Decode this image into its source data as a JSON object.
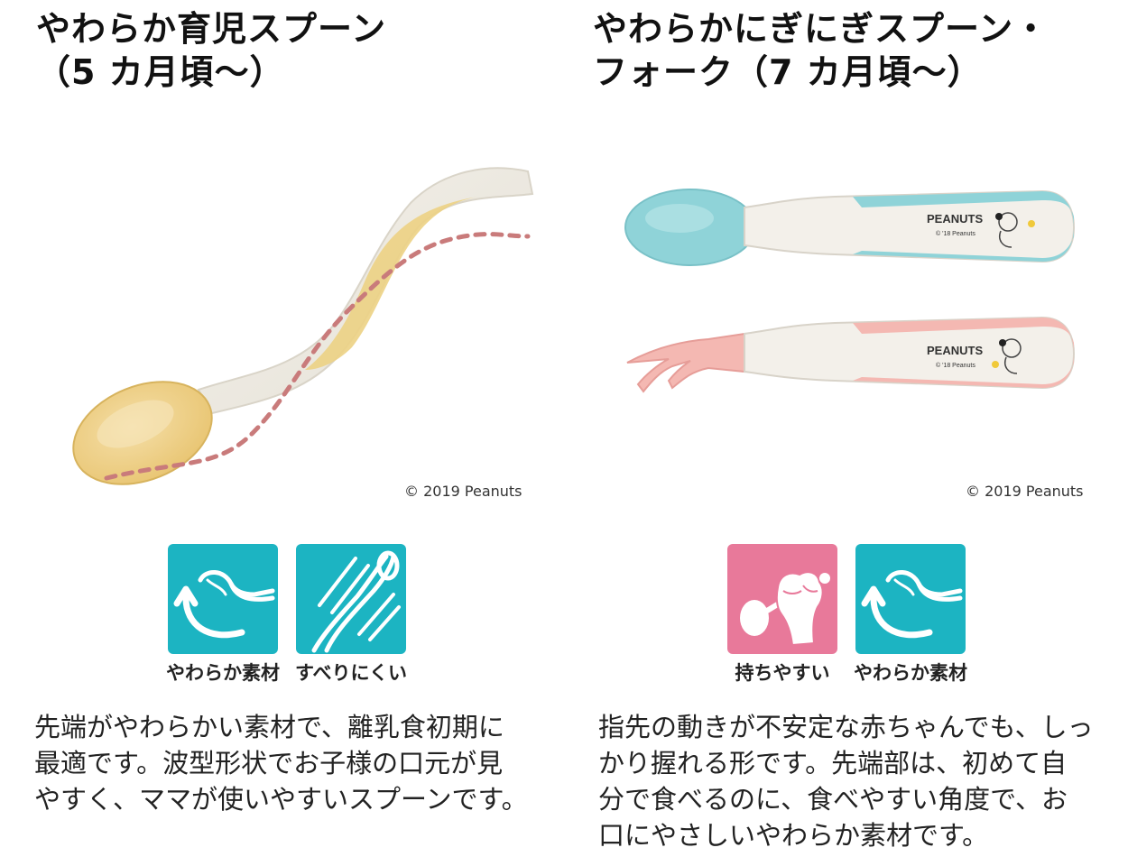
{
  "left": {
    "title_line1": "やわらか育児スプーン",
    "title_line2": "（5 カ月頃〜）",
    "copyright": "© 2019 Peanuts",
    "icons": [
      {
        "label": "やわらか素材",
        "icon": "soft-material-icon",
        "color": "#1cb4c2"
      },
      {
        "label": "すべりにくい",
        "icon": "non-slip-icon",
        "color": "#1cb4c2"
      }
    ],
    "description": "先端がやわらかい素材で、離乳食初期に\n最適です。波型形状でお子様の口元が見\nやすく、ママが使いやすいスプーンです。"
  },
  "right": {
    "title_line1": "やわらかにぎにぎスプーン・",
    "title_line2": "フォーク（7 カ月頃〜）",
    "copyright": "© 2019 Peanuts",
    "spoon_brand": "PEANUTS",
    "spoon_brand_sub": "© '18 Peanuts",
    "fork_brand": "PEANUTS",
    "fork_brand_sub": "© '18 Peanuts",
    "icons": [
      {
        "label": "持ちやすい",
        "icon": "easy-grip-icon",
        "color": "#e8799a"
      },
      {
        "label": "やわらか素材",
        "icon": "soft-material-icon",
        "color": "#1cb4c2"
      }
    ],
    "description": "指先の動きが不安定な赤ちゃんでも、しっ\nかり握れる形です。先端部は、初めて自\n分で食べるのに、食べやすい角度で、お\n口にやさしいやわらか素材です。"
  }
}
